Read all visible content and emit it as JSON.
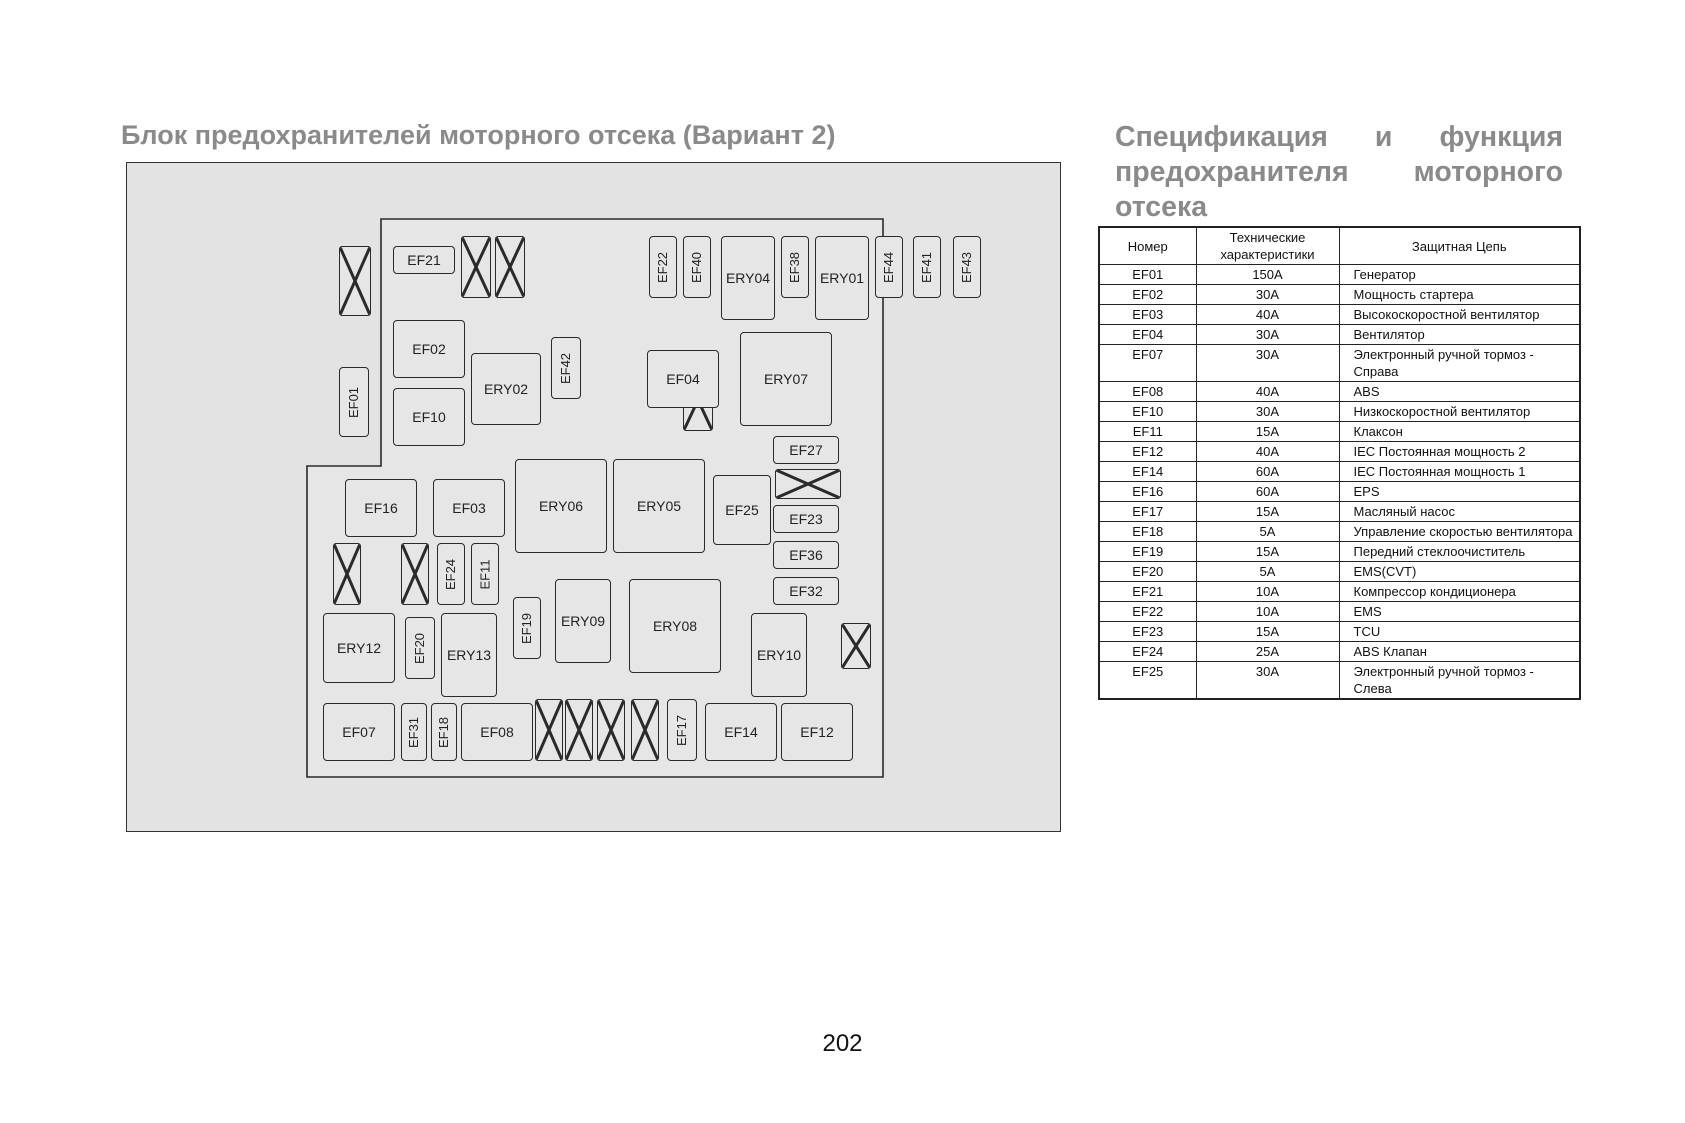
{
  "left_title": "Блок предохранителей моторного отсека (Вариант 2)",
  "right_title_lines": [
    [
      "Спецификация",
      "и",
      "функция"
    ],
    [
      "предохранителя",
      "моторного"
    ],
    [
      "отсека"
    ]
  ],
  "table": {
    "headers": [
      "Номер",
      "Технические характеристики",
      "Защитная Цепь"
    ],
    "rows": [
      [
        "EF01",
        "150A",
        "Генератор"
      ],
      [
        "EF02",
        "30A",
        "Мощность стартера"
      ],
      [
        "EF03",
        "40A",
        "Высокоскоростной вентилятор"
      ],
      [
        "EF04",
        "30A",
        "Вентилятор"
      ],
      [
        "EF07",
        "30A",
        "Электронный ручной тормоз - Справа"
      ],
      [
        "EF08",
        "40A",
        "ABS"
      ],
      [
        "EF10",
        "30A",
        "Низкоскоростной вентилятор"
      ],
      [
        "EF11",
        "15A",
        "Клаксон"
      ],
      [
        "EF12",
        "40A",
        "IEC Постоянная мощность 2"
      ],
      [
        "EF14",
        "60A",
        "IEC Постоянная мощность 1"
      ],
      [
        "EF16",
        "60A",
        "EPS"
      ],
      [
        "EF17",
        "15A",
        "Масляный насос"
      ],
      [
        "EF18",
        "5A",
        "Управление скоростью вентилятора"
      ],
      [
        "EF19",
        "15A",
        "Передний стеклоочиститель"
      ],
      [
        "EF20",
        "5A",
        "EMS(CVT)"
      ],
      [
        "EF21",
        "10A",
        "Компрессор кондиционера"
      ],
      [
        "EF22",
        "10A",
        "EMS"
      ],
      [
        "EF23",
        "15A",
        "TCU"
      ],
      [
        "EF24",
        "25A",
        "ABS Клапан"
      ],
      [
        "EF25",
        "30A",
        "Электронный ручной тормоз - Слева"
      ]
    ]
  },
  "fuses": [
    {
      "label": "EF21",
      "vertical": false
    },
    {
      "label": "EF22",
      "vertical": true
    },
    {
      "label": "EF40",
      "vertical": true
    },
    {
      "label": "ERY04",
      "vertical": false
    },
    {
      "label": "EF38",
      "vertical": true
    },
    {
      "label": "ERY01",
      "vertical": false
    },
    {
      "label": "EF44",
      "vertical": true
    },
    {
      "label": "EF41",
      "vertical": true
    },
    {
      "label": "EF43",
      "vertical": true
    },
    {
      "label": "EF02",
      "vertical": false
    },
    {
      "label": "ERY02",
      "vertical": false
    },
    {
      "label": "EF42",
      "vertical": true
    },
    {
      "label": "EF04",
      "vertical": false
    },
    {
      "label": "ERY07",
      "vertical": false
    },
    {
      "label": "EF01",
      "vertical": true
    },
    {
      "label": "EF10",
      "vertical": false
    },
    {
      "label": "EF27",
      "vertical": false
    },
    {
      "label": "EF16",
      "vertical": false
    },
    {
      "label": "EF03",
      "vertical": false
    },
    {
      "label": "ERY06",
      "vertical": false
    },
    {
      "label": "ERY05",
      "vertical": false
    },
    {
      "label": "EF25",
      "vertical": false
    },
    {
      "label": "EF23",
      "vertical": false
    },
    {
      "label": "EF24",
      "vertical": true
    },
    {
      "label": "EF11",
      "vertical": true
    },
    {
      "label": "EF36",
      "vertical": false
    },
    {
      "label": "EF32",
      "vertical": false
    },
    {
      "label": "EF19",
      "vertical": true
    },
    {
      "label": "ERY09",
      "vertical": false
    },
    {
      "label": "ERY08",
      "vertical": false
    },
    {
      "label": "ERY12",
      "vertical": false
    },
    {
      "label": "EF20",
      "vertical": true
    },
    {
      "label": "ERY13",
      "vertical": false
    },
    {
      "label": "ERY10",
      "vertical": false
    },
    {
      "label": "EF07",
      "vertical": false
    },
    {
      "label": "EF31",
      "vertical": true
    },
    {
      "label": "EF18",
      "vertical": true
    },
    {
      "label": "EF08",
      "vertical": false
    },
    {
      "label": "EF17",
      "vertical": true
    },
    {
      "label": "EF14",
      "vertical": false
    },
    {
      "label": "EF12",
      "vertical": false
    }
  ],
  "page_number": "202"
}
